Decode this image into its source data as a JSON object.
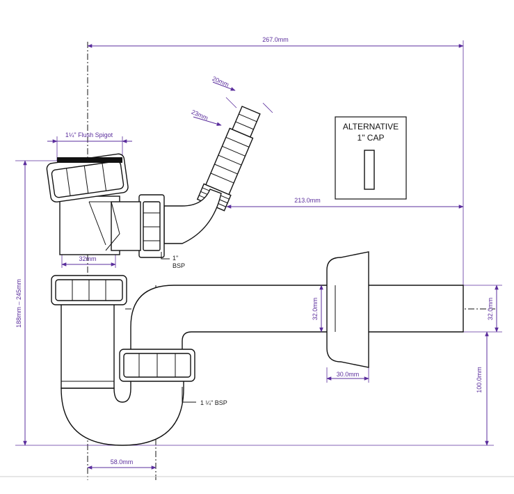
{
  "colors": {
    "dimension": "#5a2d9c",
    "outline": "#111111",
    "background": "#ffffff"
  },
  "dimensions": {
    "overall_width": "267.0mm",
    "spigot_label": "1¼\" Flush Spigot",
    "hose_tip_dia": "20mm",
    "hose_body_dia": "23mm",
    "branch_offset": "213.0mm",
    "body_dia": "32mm",
    "height_range": "188mm – 245mm",
    "outlet_dia_left": "32.0mm",
    "outlet_dia_right": "32.0mm",
    "seal_width": "30.0mm",
    "outlet_drop": "100.0mm",
    "trap_offset": "58.0mm"
  },
  "callouts": {
    "bsp_1_line1": "1\"",
    "bsp_1_line2": "BSP",
    "bsp_114": "1 ¼\" BSP"
  },
  "alternative_cap": {
    "line1": "ALTERNATIVE",
    "line2": "1\" CAP"
  }
}
